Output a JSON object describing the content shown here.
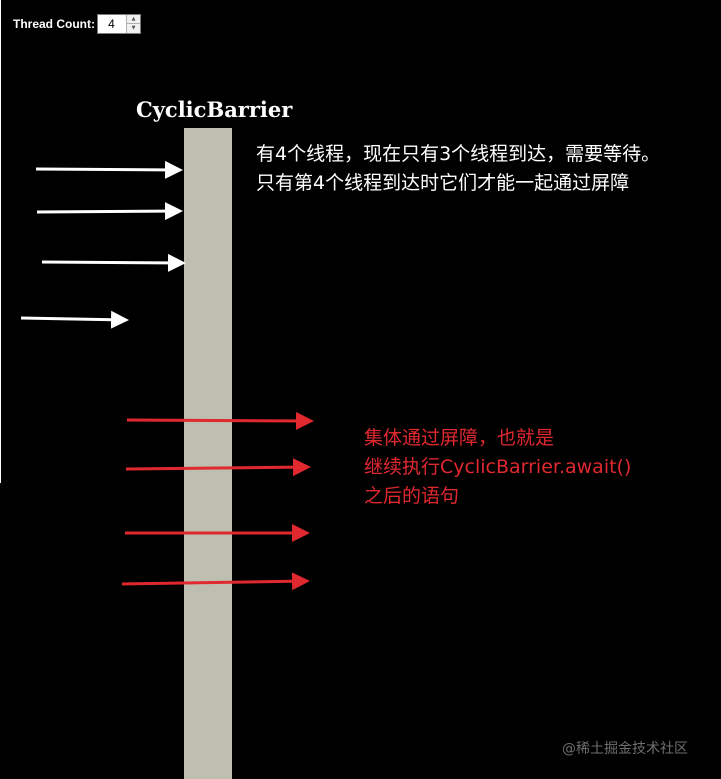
{
  "toolbar": {
    "thread_count_label": "Thread Count:",
    "thread_count_value": "4",
    "up_icon": "triangle-up",
    "down_icon": "triangle-down"
  },
  "diagram": {
    "barrier_title": "CyclicBarrier",
    "waiting_note_lines": [
      "有4个线程，现在只有3个线程到达，需要等待。",
      "只有第4个线程到达时它们才能一起通过屏障"
    ],
    "passing_note_lines": [
      "集体通过屏障，也就是",
      "继续执行CyclicBarrier.await()",
      "之后的语句"
    ],
    "colors": {
      "background": "#000000",
      "barrier": "#bfbfb1",
      "waiting_arrow": "#ffffff",
      "passing_arrow": "#e0282f",
      "passing_text": "#e0282f"
    }
  },
  "watermark": "@稀土掘金技术社区"
}
